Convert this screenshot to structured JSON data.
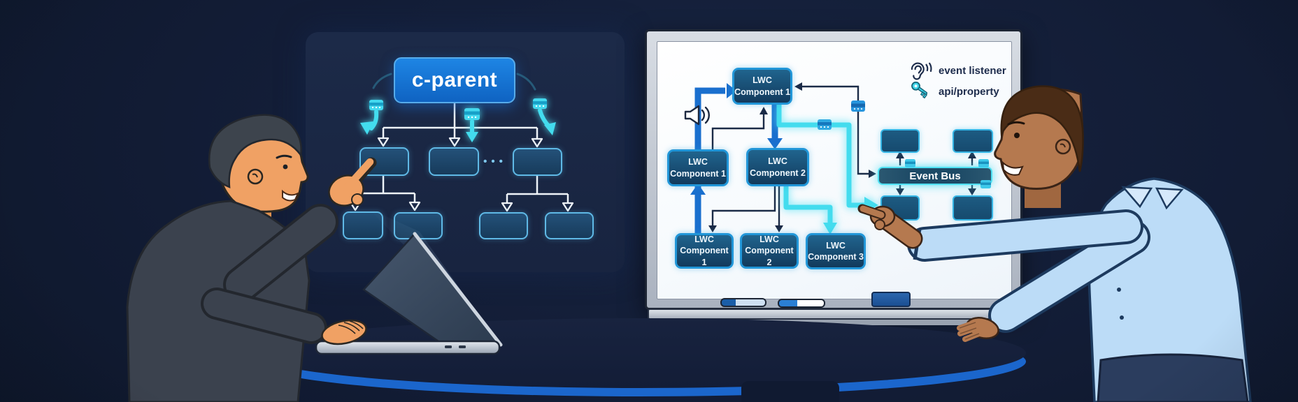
{
  "left_panel": {
    "parent_box_label": "c-parent",
    "ellipsis": "•••"
  },
  "whiteboard": {
    "boxes": {
      "top": "LWC\nComponent 1",
      "mid_left": "LWC\nComponent 1",
      "mid_center": "LWC\nComponent 2",
      "bottom_1": "LWC\nComponent 1",
      "bottom_2": "LWC\nComponent 2",
      "bottom_3": "LWC\nComponent 3"
    },
    "event_bus_label": "Event Bus",
    "legend": {
      "event_listener_label": "event listener",
      "api_property_label": "api/property"
    },
    "icons": {
      "event_listener_icon": "ear-with-sound-waves",
      "api_property_icon": "key",
      "dispatch_icon": "megaphone-speaker",
      "custom_event_icon": "event-window-badge"
    }
  },
  "colors": {
    "background": "#121c35",
    "panel": "#1c2a48",
    "accent_cyan": "#43dcee",
    "primary_blue": "#1a6fce",
    "component_box_fill": "#1a4f77",
    "component_box_border": "#2196d8",
    "whiteboard_surface": "#fdfeff",
    "table_rim_blue": "#1b66cc",
    "hoodie_gray": "#3b424e",
    "shirt_blue": "#bcdcf7"
  }
}
